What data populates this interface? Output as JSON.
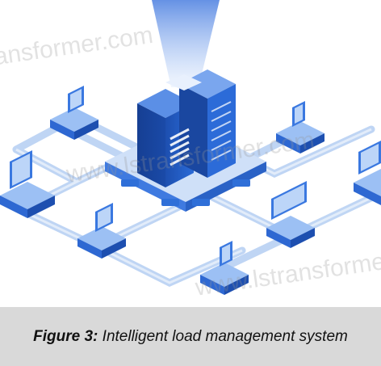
{
  "figure": {
    "label": "Figure 3:",
    "title": "Intelligent load management system"
  },
  "watermark": "www.lstransformer.com",
  "colors": {
    "primary_blue": "#1f5fc8",
    "light_blue": "#6ea3ef",
    "pale_blue": "#cfe0f8",
    "caption_background": "#d9d9d9"
  },
  "icons": [
    "server-rack-icon",
    "computer-terminal-icon"
  ]
}
